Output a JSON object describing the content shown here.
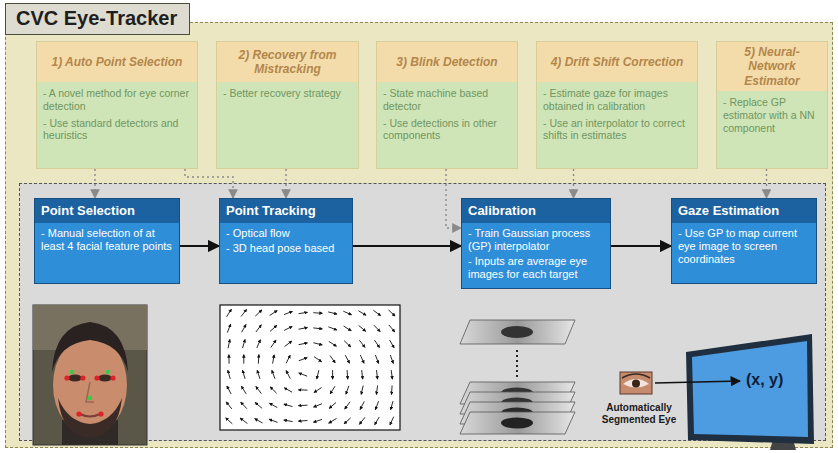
{
  "diagram": {
    "nodes": [
      {
        "text": [
          "CVC Eye-Tracker"
        ]
      },
      {
        "text": [
          "1) Auto Point Selection",
          "- A novel method for eye corner detection",
          "- Use standard detectors and heuristics"
        ],
        "in": 0
      },
      {
        "text": [
          "2) Recovery from Mistracking",
          "- Better recovery strategy"
        ],
        "in": 0
      },
      {
        "text": [
          "3) Blink Detection",
          "- State machine based detector",
          "- Use detections in other components"
        ],
        "in": 0
      },
      {
        "text": [
          "4) Drift Shift Correction",
          "- Estimate gaze for images obtained in calibration",
          "- Use an interpolator to correct shifts in estimates"
        ],
        "in": 0
      },
      {
        "text": [
          "5) Neural-Network Estimator",
          "- Replace GP estimator with a NN component"
        ],
        "in": 0
      },
      {
        "text": [
          "Point Selection",
          "- Manual selection of at least 4 facial feature points"
        ],
        "in": 0
      },
      {
        "text": [
          "Point Tracking",
          "- Optical flow",
          "- 3D head pose based"
        ],
        "in": 0
      },
      {
        "text": [
          "Calibration",
          "- Train Gaussian process (GP) interpolator",
          "- Inputs are average eye images for each target"
        ],
        "in": 0
      },
      {
        "text": [
          "Gaze Estimation",
          "- Use GP to map current eye image to screen coordinates"
        ],
        "in": 0
      }
    ],
    "edges": [
      {
        "from": 6,
        "to": 7,
        "arrow": "to"
      },
      {
        "from": 7,
        "to": 8,
        "arrow": "to"
      },
      {
        "from": 8,
        "to": 9,
        "arrow": "to"
      },
      {
        "from": 1,
        "to": 6,
        "arrow": "to"
      },
      {
        "from": 1,
        "to": 7,
        "arrow": "to"
      },
      {
        "from": 2,
        "to": 7,
        "arrow": "to"
      },
      {
        "from": 3,
        "to": 8,
        "arrow": "to"
      },
      {
        "from": 4,
        "to": 8,
        "arrow": "to"
      },
      {
        "from": 5,
        "to": 9,
        "arrow": "to"
      }
    ],
    "labels": [
      "(x, y)",
      "Automatically Segmented Eye"
    ]
  }
}
